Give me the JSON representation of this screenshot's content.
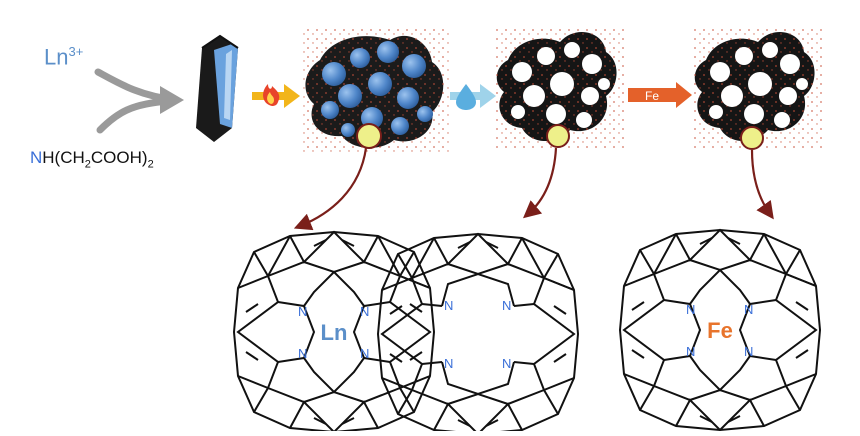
{
  "reagents": {
    "metal": {
      "symbol": "Ln",
      "charge": "3+"
    },
    "ligand": {
      "n": "N",
      "p1": "H(CH",
      "s1": "2",
      "p2": "COOH)",
      "s2": "2"
    }
  },
  "steps": {
    "step3_label": "Fe"
  },
  "structures": {
    "s1": {
      "n_atoms": [
        "N",
        "N",
        "N",
        "N"
      ],
      "center": "Ln"
    },
    "s2": {
      "n_atoms": [
        "N",
        "N",
        "N",
        "N"
      ]
    },
    "s3": {
      "n_atoms": [
        "N",
        "N",
        "N",
        "N"
      ],
      "center": "Fe"
    }
  },
  "icons": [
    "mof-crystal-icon",
    "flame-icon",
    "water-drop-icon",
    "porous-carbon-icon",
    "magnifier-circle-icon"
  ],
  "colors": {
    "ln_blue": "#5b8fc9",
    "n_blue": "#3a6fd8",
    "fe_orange": "#e8742c",
    "flame_arrow": "#f2b51a",
    "water_arrow": "#9fd3ea",
    "fe_arrow": "#e4612a",
    "pointer_arrow": "#7a1f1a",
    "sphere_blue": "#5b93d3",
    "highlight_yellow": "#eef08a"
  }
}
